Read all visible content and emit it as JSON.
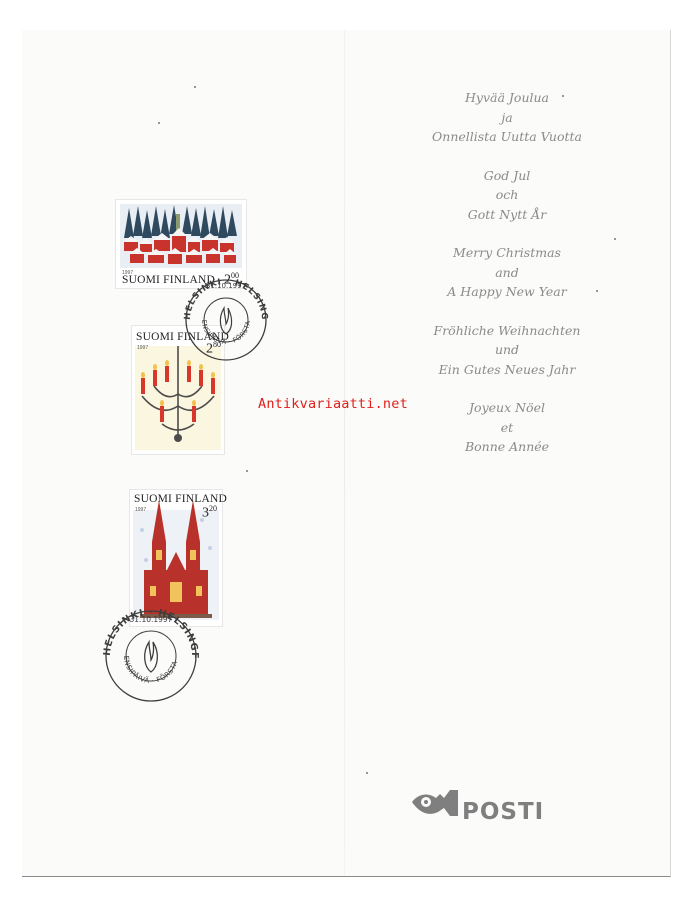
{
  "greetings": [
    {
      "lines": [
        "Hyvää Joulua",
        "ja",
        "Onnellista Uutta Vuotta"
      ]
    },
    {
      "lines": [
        "God Jul",
        "och",
        "Gott Nytt År"
      ]
    },
    {
      "lines": [
        "Merry Christmas",
        "and",
        "A Happy New Year"
      ]
    },
    {
      "lines": [
        "Fröhliche Weihnachten",
        "und",
        "Ein Gutes Neues Jahr"
      ]
    },
    {
      "lines": [
        "Joyeux Nöel",
        "et",
        "Bonne Année"
      ]
    }
  ],
  "watermark": "Antikvariaatti.net",
  "stamps": [
    {
      "country": "SUOMI FINLAND",
      "year": "1997",
      "value": "2",
      "value_sup": "00",
      "subject": "snowy village"
    },
    {
      "country": "SUOMI FINLAND",
      "year": "1997",
      "value": "2",
      "value_sup": "80",
      "subject": "candle chandelier"
    },
    {
      "country": "SUOMI FINLAND",
      "year": "1997",
      "value": "3",
      "value_sup": "20",
      "subject": "cathedral"
    }
  ],
  "postmarks": [
    {
      "outer_text": "HELSINKI · HELSINGFORS",
      "inner_text": "ENSIPÄIVÄ · FÖRSTA DAGEN",
      "date": "31.10.1997"
    },
    {
      "outer_text": "HELSINKI · HELSINGFORS",
      "inner_text": "ENSIPÄIVÄ · FÖRSTA DAGEN",
      "date": "31.10.1997"
    }
  ],
  "brand": {
    "name": "POSTI",
    "color": "#7f7f7f"
  },
  "colors": {
    "greeting_text": "#8a8a8a",
    "watermark": "#e0201c",
    "stamp_red": "#c8332b"
  }
}
